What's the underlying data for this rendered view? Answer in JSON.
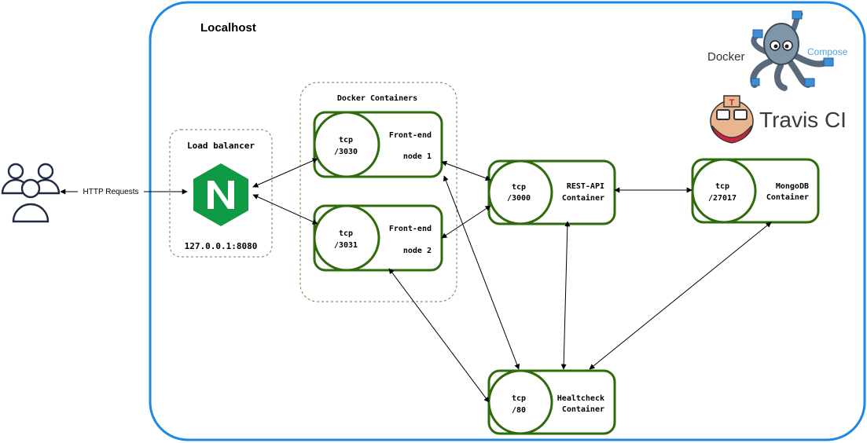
{
  "localhost": {
    "title": "Localhost"
  },
  "users": {
    "edge_label": "HTTP Requests"
  },
  "load_balancer": {
    "title": "Load balancer",
    "address": "127.0.0.1:8080"
  },
  "docker_group": {
    "title": "Docker Containers"
  },
  "frontend1": {
    "port_line1": "tcp",
    "port_line2": "/3030",
    "name_line1": "Front-end",
    "name_line2": "node 1"
  },
  "frontend2": {
    "port_line1": "tcp",
    "port_line2": "/3031",
    "name_line1": "Front-end",
    "name_line2": "node 2"
  },
  "restapi": {
    "port_line1": "tcp",
    "port_line2": "/3000",
    "name_line1": "REST-API",
    "name_line2": "Container"
  },
  "mongodb": {
    "port_line1": "tcp",
    "port_line2": "/27017",
    "name_line1": "MongoDB",
    "name_line2": "Container"
  },
  "healthcheck": {
    "port_line1": "tcp",
    "port_line2": "/80",
    "name_line1": "Healtcheck",
    "name_line2": "Container"
  },
  "logos": {
    "docker_label": "Docker",
    "compose_label": "Compose",
    "travis_label": "Travis CI"
  },
  "colors": {
    "localhost_border": "#1e88e5",
    "node_border": "#2e6b0a",
    "group_border": "#5a8a3a",
    "nginx_green": "#0f9a45",
    "compose_blue": "#4da6e0",
    "travis_text": "#3a3a3a"
  }
}
